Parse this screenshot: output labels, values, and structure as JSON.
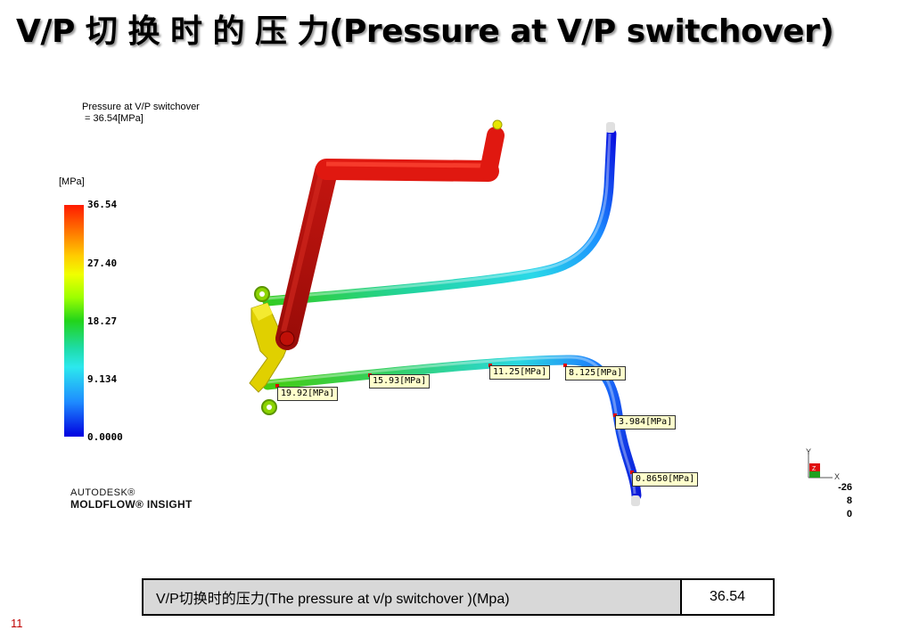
{
  "slide": {
    "title": "V/P 切 换 时 的 压 力(Pressure at V/P switchover)",
    "number": "11"
  },
  "result": {
    "caption_line1": "Pressure at V/P switchover",
    "caption_line2": " = 36.54[MPa]"
  },
  "legend": {
    "unit": "[MPa]",
    "ticks": [
      "36.54",
      "27.40",
      "18.27",
      "9.134",
      "0.0000"
    ],
    "colors": {
      "max": "#ff1a00",
      "mid": "#22d41a",
      "min": "#0000e0"
    }
  },
  "branding": {
    "company": "AUTODESK®",
    "product": "MOLDFLOW® INSIGHT"
  },
  "probes": [
    {
      "value": "19.92[MPa]"
    },
    {
      "value": "15.93[MPa]"
    },
    {
      "value": "11.25[MPa]"
    },
    {
      "value": "8.125[MPa]"
    },
    {
      "value": "3.984[MPa]"
    },
    {
      "value": "0.8650[MPa]"
    }
  ],
  "axis_triad": {
    "y_label": "Y",
    "x_label": "X",
    "z_label": "Z",
    "rotation": [
      "-26",
      "8",
      "0"
    ]
  },
  "summary": {
    "label": "V/P切换时的压力(The pressure at  v/p switchover )(Mpa)",
    "value": "36.54"
  }
}
